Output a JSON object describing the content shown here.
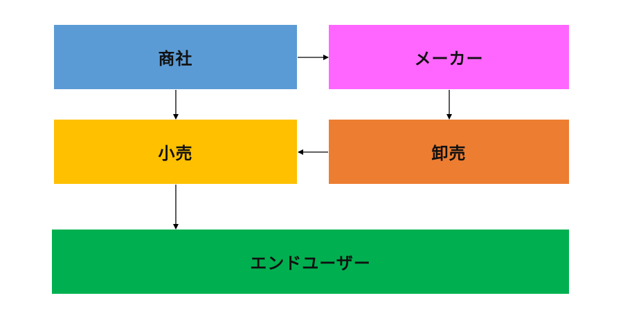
{
  "diagram": {
    "nodes": {
      "trading_company": {
        "label": "商社",
        "color": "#5b9bd5"
      },
      "maker": {
        "label": "メーカー",
        "color": "#ff66ff"
      },
      "retail": {
        "label": "小売",
        "color": "#ffc000"
      },
      "wholesale": {
        "label": "卸売",
        "color": "#ed7d31"
      },
      "end_user": {
        "label": "エンドユーザー",
        "color": "#00b050"
      }
    },
    "edges": [
      {
        "from": "trading_company",
        "to": "maker"
      },
      {
        "from": "trading_company",
        "to": "retail"
      },
      {
        "from": "maker",
        "to": "wholesale"
      },
      {
        "from": "wholesale",
        "to": "retail"
      },
      {
        "from": "retail",
        "to": "end_user"
      }
    ]
  }
}
